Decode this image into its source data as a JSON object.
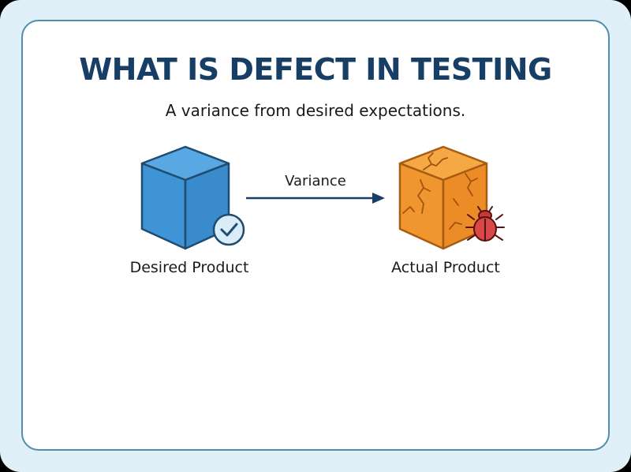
{
  "header": {
    "title": "WHAT IS DEFECT IN TESTING",
    "subtitle": "A variance from desired expectations."
  },
  "diagram": {
    "desired": {
      "label": "Desired Product",
      "icon": "blue-cube-icon",
      "badge": "check-circle-icon",
      "color": "#3f94d6"
    },
    "relation": {
      "label": "Variance",
      "icon": "arrow-right-icon",
      "color": "#173f66"
    },
    "actual": {
      "label": "Actual Product",
      "icon": "cracked-orange-cube-icon",
      "badge": "bug-icon",
      "color": "#f0962f"
    }
  },
  "colors": {
    "title": "#173f66",
    "frame_background": "#dff0f8",
    "card_border": "#4f8fab",
    "bug": "#d94848"
  }
}
